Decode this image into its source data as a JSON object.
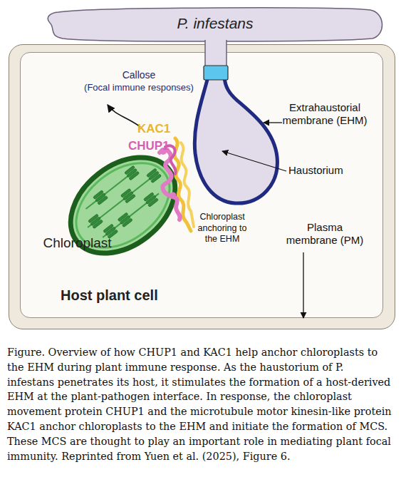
{
  "diagram": {
    "caption": "Figure. Overview of how CHUP1 and KAC1 help anchor chloroplasts to the EHM during plant immune response. As the haustorium of P. infestans penetrates its host, it stimulates the formation of a host-derived EHM at the plant-pathogen interface. In response, the chloroplast movement protein CHUP1 and the microtubule motor kinesin-like protein KAC1 anchor chloroplasts to the EHM and initiate the formation of MCS. These MCS are thought to play an important role in mediating plant focal immunity. Reprinted from Yuen et al. (2025), Figure 6.",
    "nodes": [
      {
        "text": [
          "P. infestans"
        ]
      },
      {
        "text": [
          "Host plant cell"
        ]
      },
      {
        "text": [
          "Chloroplast"
        ],
        "in": 1
      }
    ],
    "labels": [
      "Callose",
      "(Focal immune responses)",
      "KAC1",
      "CHUP1",
      "Extrahaustorial membrane (EHM)",
      "Haustorium",
      "Chloroplast anchoring to the EHM",
      "Plasma membrane (PM)"
    ]
  }
}
